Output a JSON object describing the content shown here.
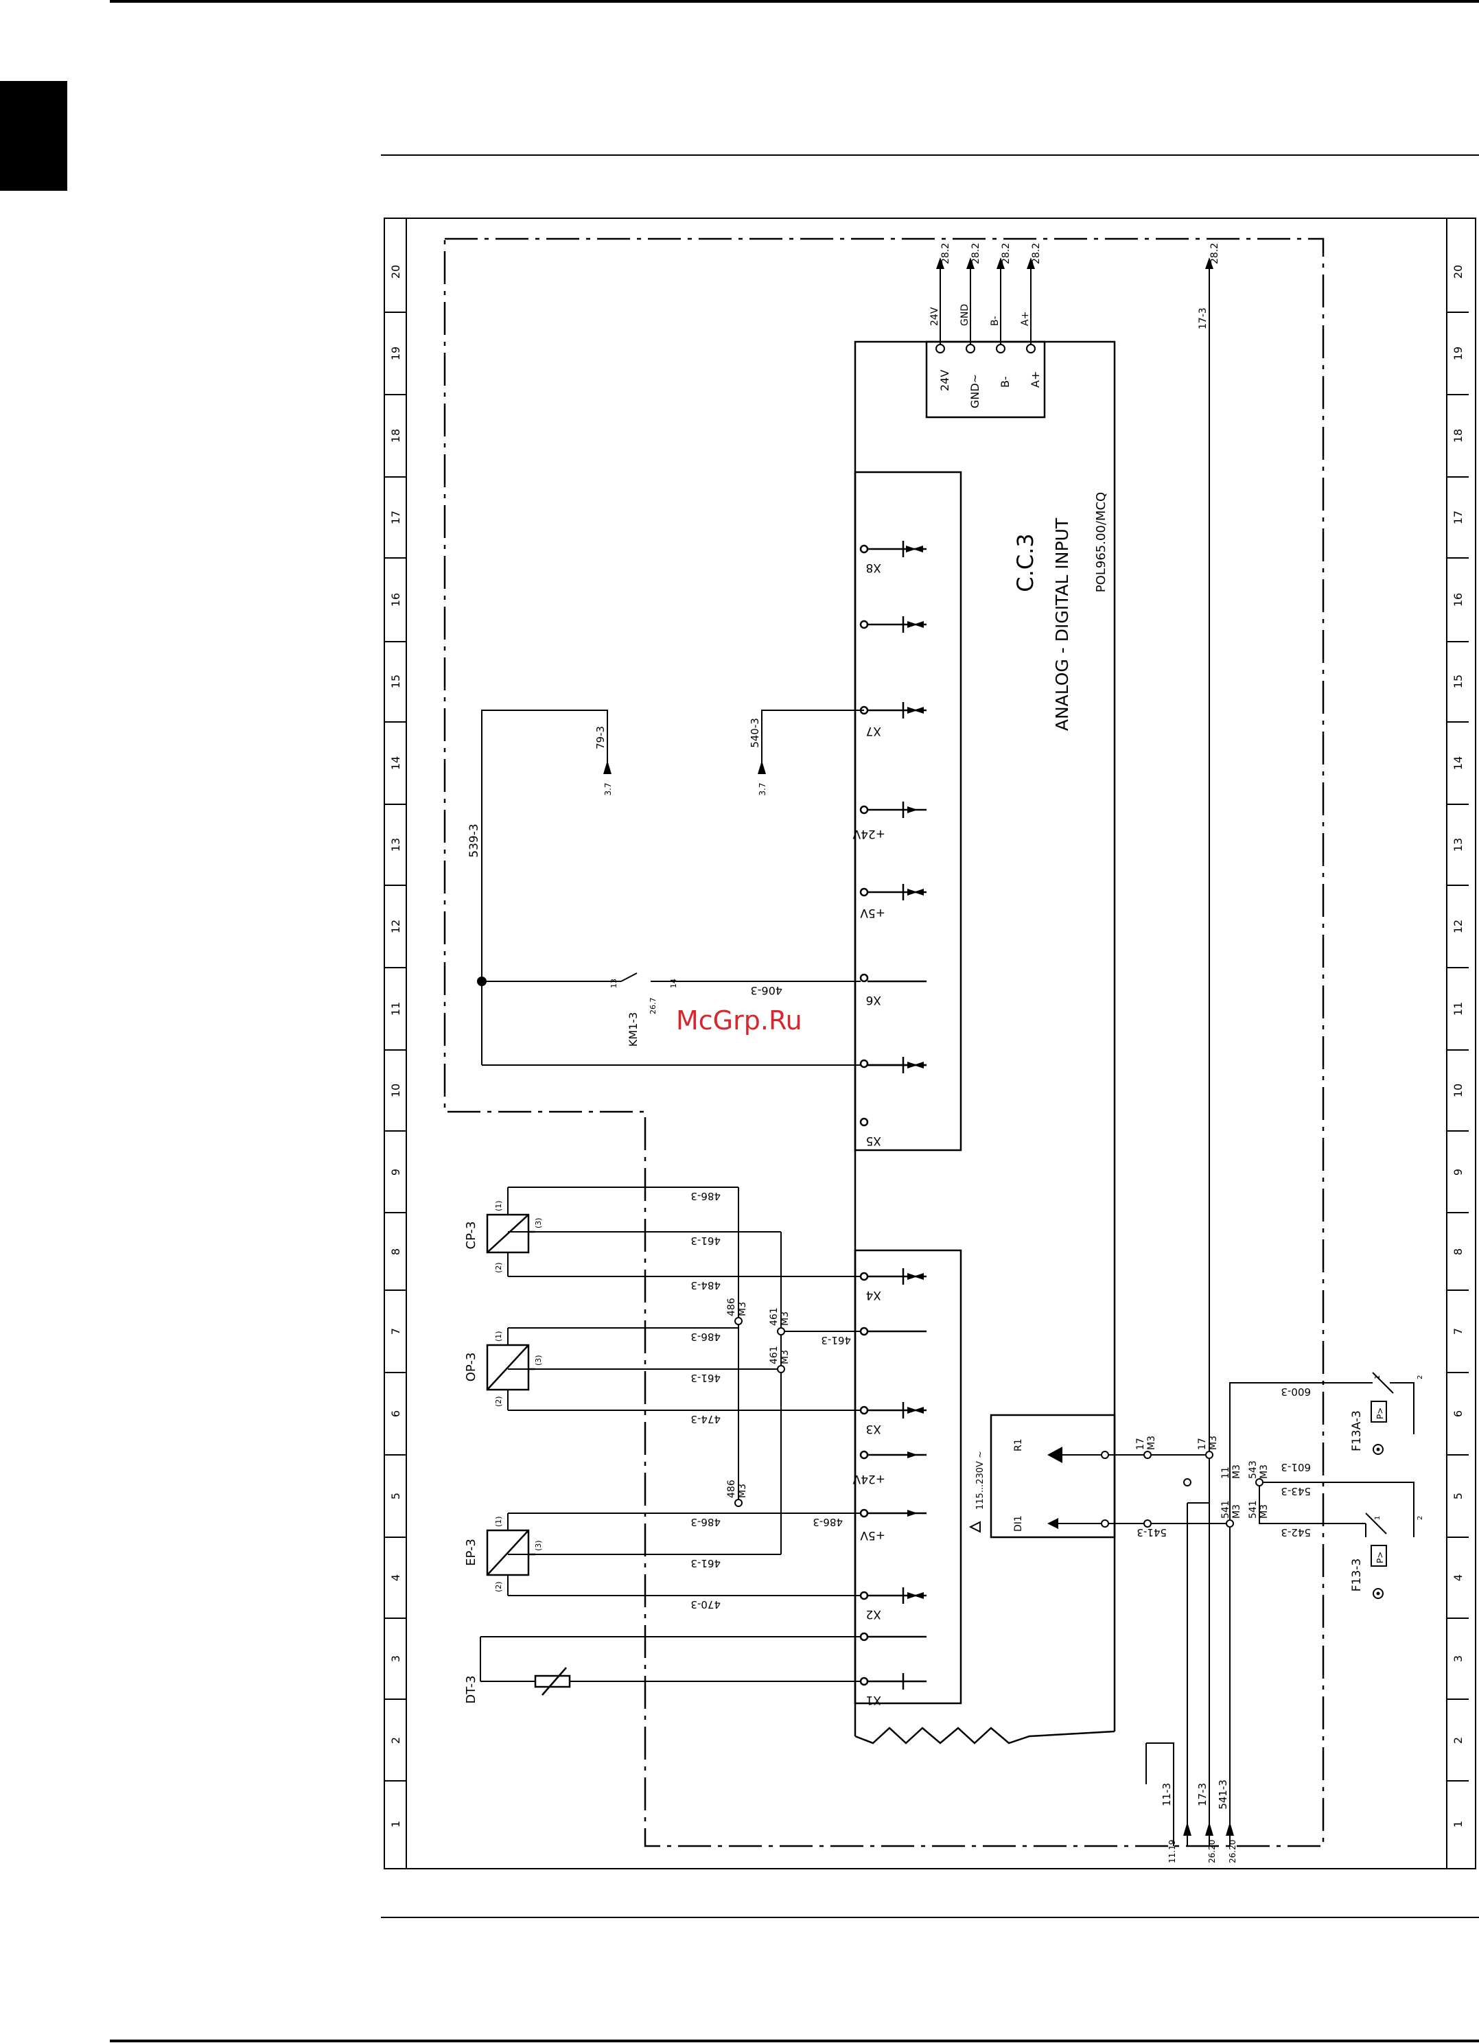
{
  "ruler": {
    "numbers": [
      "20",
      "19",
      "18",
      "17",
      "16",
      "15",
      "14",
      "13",
      "12",
      "11",
      "10",
      "9",
      "8",
      "7",
      "6",
      "5",
      "4",
      "3",
      "2",
      "1"
    ]
  },
  "controller": {
    "title": "C.C.3",
    "subtitle": "ANALOG - DIGITAL INPUT",
    "model": "POL965.00/MCQ",
    "terminals": {
      "x8": "X8",
      "x7": "X7",
      "x6": "X6",
      "x5": "X5",
      "x4": "X4",
      "x3": "X3",
      "x2": "X2",
      "x1": "X1",
      "p24a": "+24V",
      "p5a": "+5V",
      "p24b": "+24V",
      "p5b": "+5V"
    },
    "relay": {
      "supply": "115...230V ~",
      "r1": "R1",
      "di1": "DI1"
    }
  },
  "bus": {
    "pins": [
      "24V",
      "GND~",
      "B-",
      "A+"
    ],
    "wires": [
      "24V",
      "GND",
      "B-",
      "A+"
    ],
    "refs": [
      "28.2",
      "28.2",
      "28.2",
      "28.2"
    ]
  },
  "wires": {
    "w17_3": "17-3",
    "ref_17_3_top": "28.2",
    "w11_3": "11-3",
    "ref_11_3": "11.19",
    "w17_3b": "17-3",
    "ref_17_3b": "26.20",
    "w541_3b": "541-3",
    "ref_541_3b": "26.20",
    "w539": "539-3",
    "w79": "79-3",
    "ref_79": "3.7",
    "w540": "540-3",
    "ref_540": "3.7",
    "w406": "406-3",
    "w486a": "486-3",
    "w461a": "461-3",
    "w484": "484-3",
    "w486b": "486-3",
    "w461b": "461-3",
    "w461c": "461-3",
    "w474": "474-3",
    "w486c": "486-3",
    "w486d": "486-3",
    "w461d": "461-3",
    "w470": "470-3",
    "w541": "541-3",
    "w600": "600-3",
    "w601": "601-3",
    "w543": "543-3",
    "w542": "542-3"
  },
  "nodes": {
    "n486a": "486",
    "m3a": "M3",
    "n461a": "461",
    "m3b": "M3",
    "n461b": "461",
    "m3c": "M3",
    "n486b": "486",
    "m3d": "M3",
    "n17a": "17",
    "m3e": "M3",
    "n17b": "17",
    "m3f": "M3",
    "n11": "11",
    "m3g": "M3",
    "n543": "543",
    "m3h": "M3",
    "n541a": "541",
    "m3i": "M3",
    "n541b": "541",
    "m3j": "M3"
  },
  "components": {
    "km1": "KM1-3",
    "km1_ref": "26.7",
    "km1_p1": "13",
    "km1_p2": "14",
    "cp": "CP-3",
    "op": "OP-3",
    "ep": "EP-3",
    "dt": "DT-3",
    "pin1": "(1)",
    "pin2": "(2)",
    "pin3": "(3)",
    "f13a": "F13A-3",
    "f13": "F13-3",
    "p_sym": "P>",
    "fpin1": "1",
    "fpin2": "2"
  },
  "watermark": "McGrp.Ru",
  "colors": {
    "watermark": "#d8262c"
  }
}
